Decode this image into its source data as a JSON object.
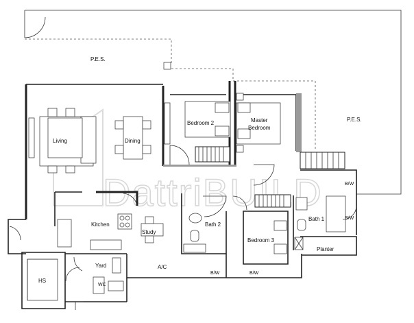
{
  "rooms": {
    "pes_left": "P.E.S.",
    "pes_right": "P.E.S.",
    "living": "Living",
    "dining": "Dining",
    "bedroom2": "Bedroom 2",
    "master_line1": "Master",
    "master_line2": "Bedroom",
    "kitchen": "Kitchen",
    "study": "Study",
    "bath2": "Bath 2",
    "bedroom3": "Bedroom 3",
    "bath1": "Bath 1",
    "planter": "Planter",
    "yard": "Yard",
    "ac": "A/C",
    "hs": "HS",
    "wc": "WC",
    "bw_right_upper": "B/W",
    "bw_right_lower": "B/W",
    "bw_bottom_left": "B/W",
    "bw_bottom_mid": "B/W"
  },
  "watermark": "DattriBUILD"
}
